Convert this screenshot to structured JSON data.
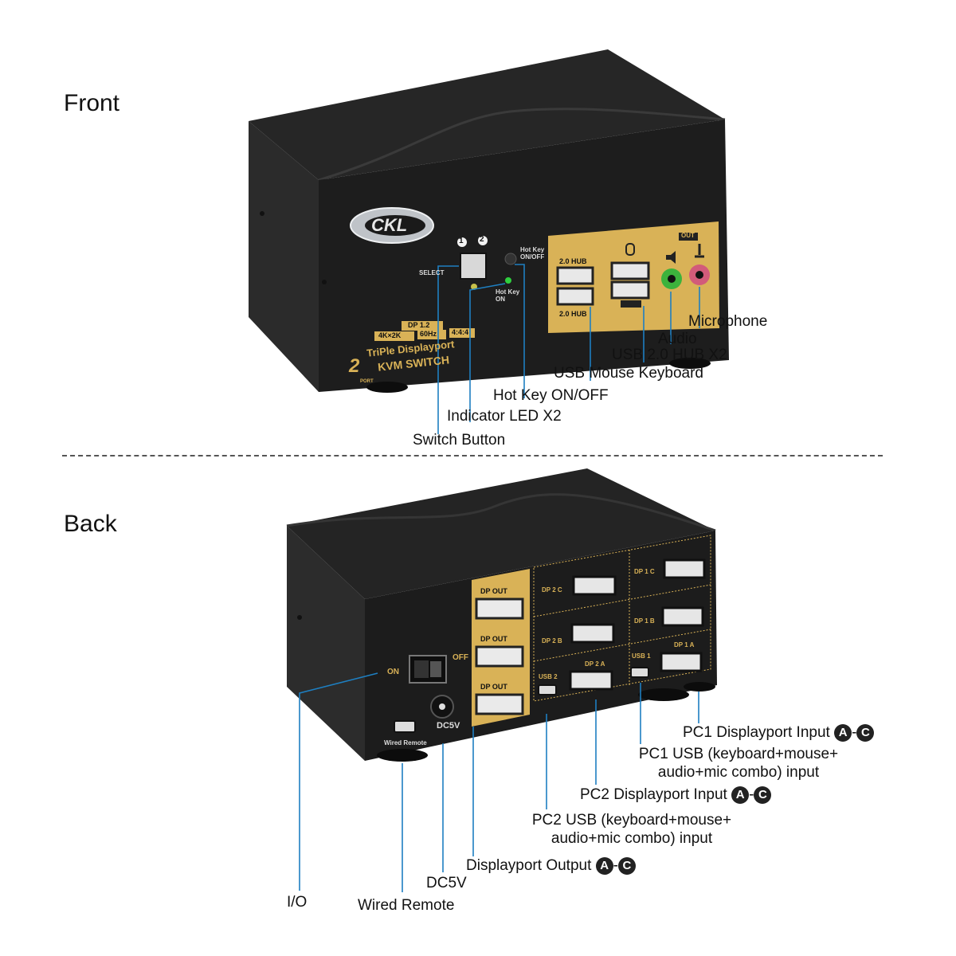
{
  "front": {
    "heading": "Front",
    "brand": "CKL",
    "panel": {
      "port_1": "1",
      "port_2": "2",
      "select": "SELECT",
      "hotkey_onoff": "Hot Key ON/OFF",
      "hotkey_on": "Hot Key ON",
      "hub_top": "2.0 HUB",
      "hub_bottom": "2.0 HUB",
      "out": "OUT"
    },
    "badges": {
      "dp": "DP 1.2",
      "res": "4K×2K",
      "hz": "60Hz",
      "chroma": "4:4:4",
      "line1": "TriPle Displayport",
      "line2": "KVM SWITCH",
      "ports": "2",
      "port_word": "PORT"
    },
    "callouts": {
      "microphone": "Microphone",
      "audio": "Audio",
      "usb_hub": "USB 2.0 HUB X2",
      "usb_mouse_keyboard": "USB Mouse Keyboard",
      "hotkey": "Hot Key ON/OFF",
      "indicator": "Indicator LED X2",
      "switch_button": "Switch Button"
    }
  },
  "back": {
    "heading": "Back",
    "panel": {
      "on": "ON",
      "off": "OFF",
      "dc5v": "DC5V",
      "wired_remote": "Wired Remote",
      "dp_out_c": "DP OUT",
      "dp_out_b": "DP OUT",
      "dp_out_a": "DP OUT",
      "dp2c": "DP 2 C",
      "dp2b": "DP 2 B",
      "dp2a": "DP 2 A",
      "dp1c": "DP 1 C",
      "dp1b": "DP 1 B",
      "dp1a": "DP 1 A",
      "usb2": "USB 2",
      "usb1": "USB 1"
    },
    "callouts": {
      "pc1_dp": "PC1 Displayport Input",
      "pc1_usb_1": "PC1 USB (keyboard+mouse+",
      "pc1_usb_2": "audio+mic combo) input",
      "pc2_dp": "PC2 Displayport Input",
      "pc2_usb_1": "PC2 USB (keyboard+mouse+",
      "pc2_usb_2": "audio+mic combo) input",
      "dp_output": "Displayport Output",
      "dc5v": "DC5V",
      "io": "I/O",
      "wired_remote": "Wired Remote"
    },
    "range": {
      "from": "A",
      "to": "C",
      "sep": "-"
    }
  },
  "colors": {
    "gold": "#d9b257",
    "body": "#1f1f1f",
    "cyan": "#1ea7d6",
    "green": "#3cb23c",
    "pink": "#d25b7a"
  }
}
